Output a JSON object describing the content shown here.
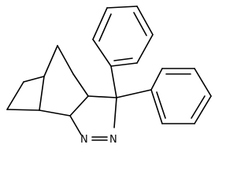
{
  "molecule": {
    "atom_labels": [
      {
        "id": "N1",
        "text": "N"
      },
      {
        "id": "N2",
        "text": "N"
      }
    ],
    "colors": {
      "bond": "#000000",
      "label": "#000000",
      "background": "#ffffff"
    }
  }
}
